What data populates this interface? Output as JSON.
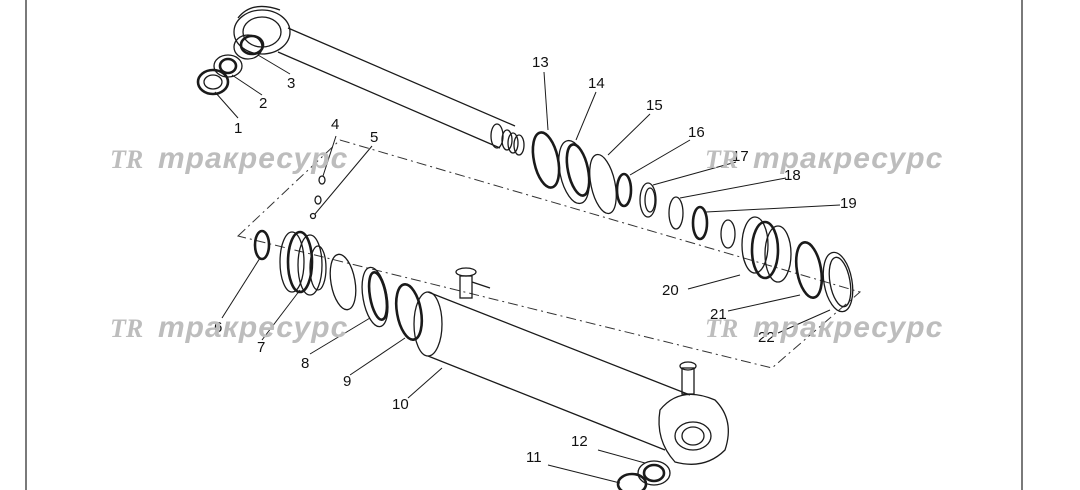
{
  "callouts": [
    "1",
    "2",
    "3",
    "4",
    "5",
    "6",
    "7",
    "8",
    "9",
    "10",
    "11",
    "12",
    "13",
    "14",
    "15",
    "16",
    "17",
    "18",
    "19",
    "20",
    "21",
    "22"
  ],
  "watermarks": [
    {
      "logo": "TR",
      "text": "тракресурс"
    },
    {
      "logo": "TR",
      "text": "тракресурс"
    },
    {
      "logo": "TR",
      "text": "тракресурс"
    },
    {
      "logo": "TR",
      "text": "тракресурс"
    }
  ],
  "colors": {
    "line": "#1a1a1a",
    "watermark": "#bdbdbd",
    "background": "#ffffff"
  }
}
